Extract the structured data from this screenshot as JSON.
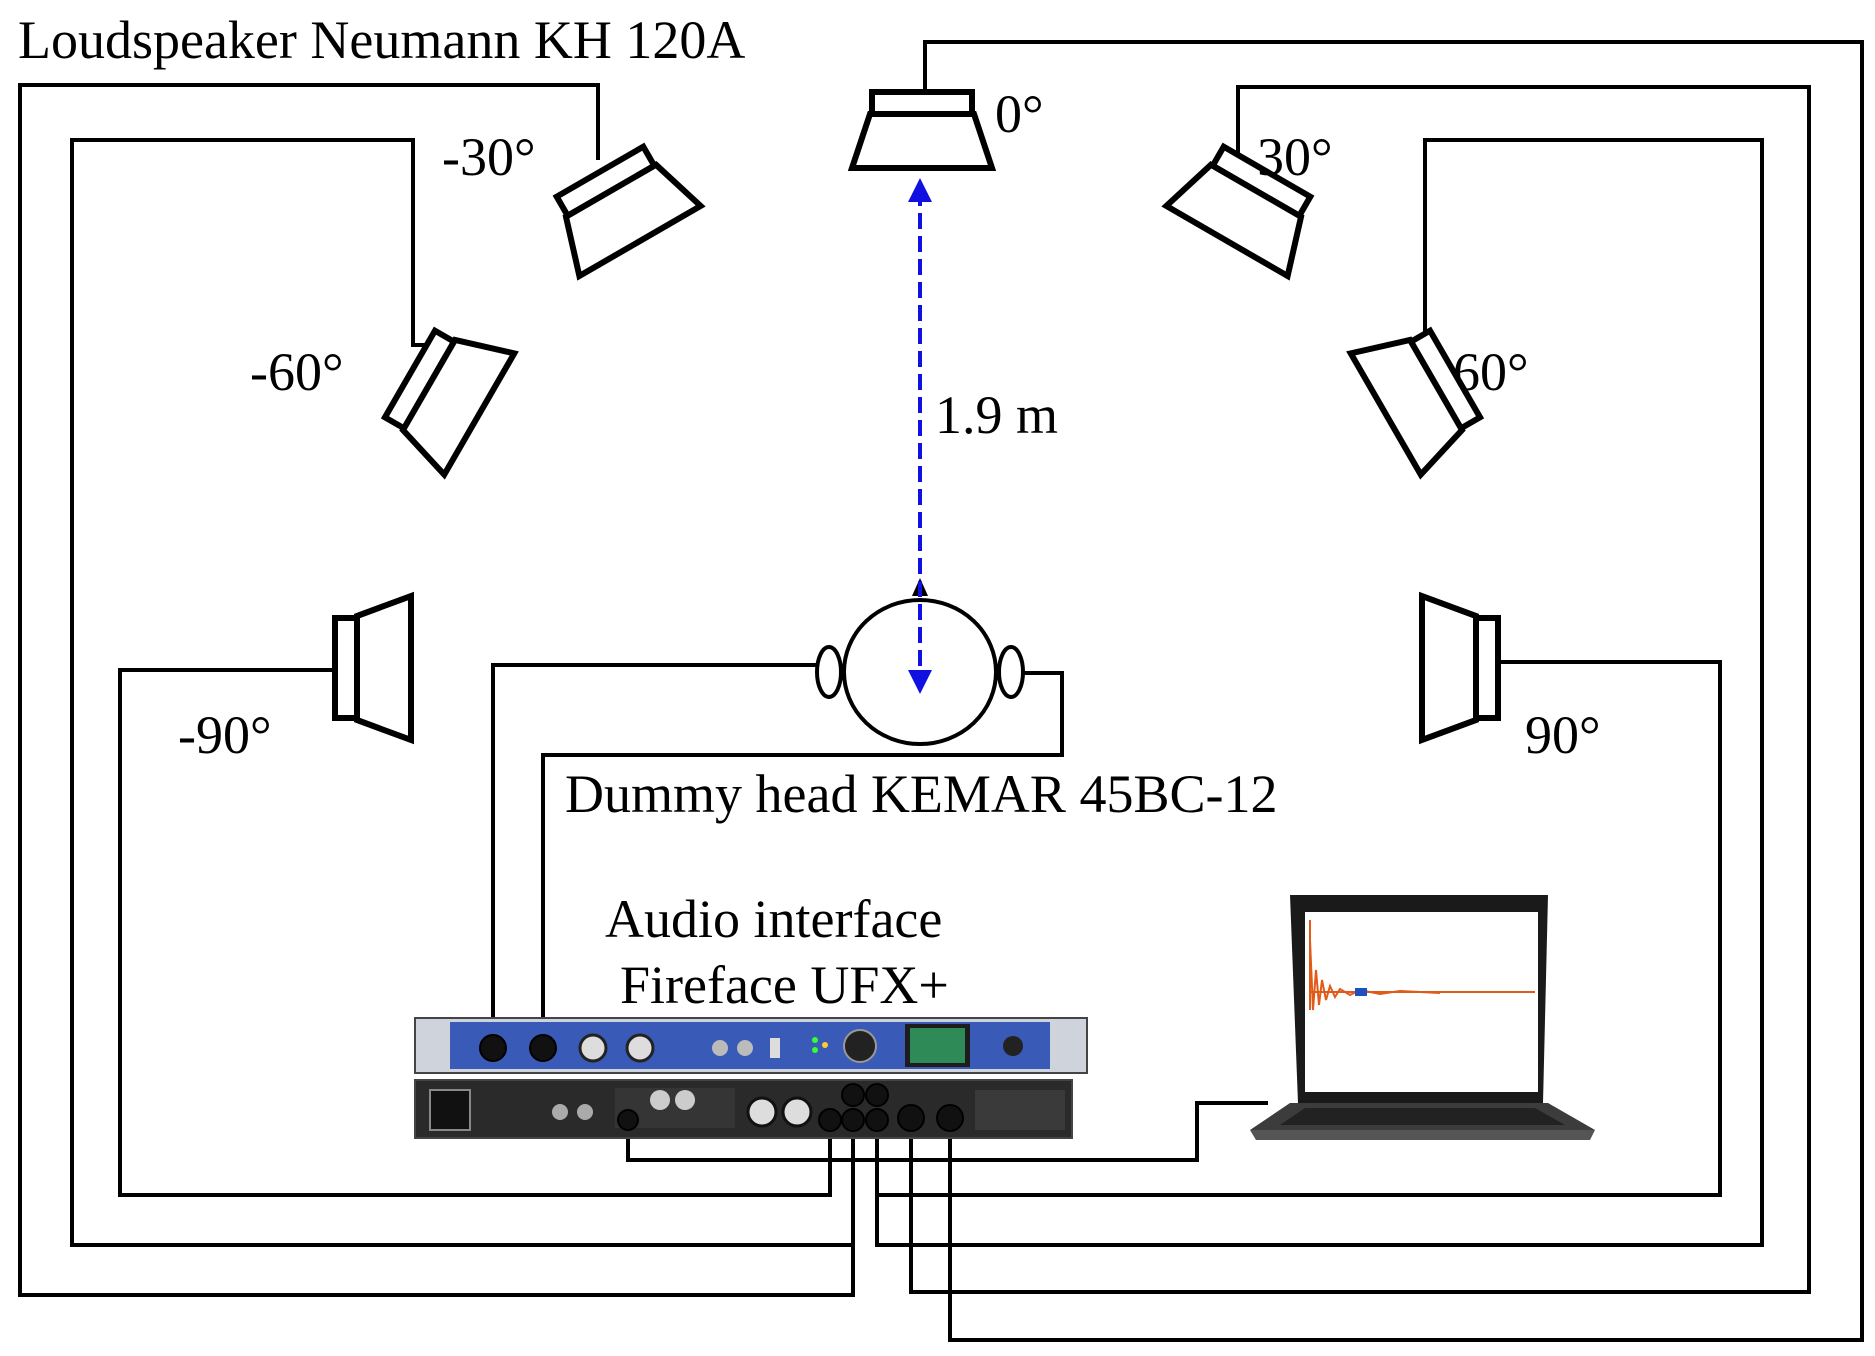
{
  "labels": {
    "loudspeaker": "Loudspeaker Neumann KH 120A",
    "dummy_head": "Dummy head KEMAR 45BC-12",
    "audio_interface_line1": "Audio interface",
    "audio_interface_line2": "Fireface UFX+",
    "distance": "1.9 m"
  },
  "angles": {
    "a_neg90": "-90°",
    "a_neg60": "-60°",
    "a_neg30": "-30°",
    "a_0": "0°",
    "a_30": "30°",
    "a_60": "60°",
    "a_90": "90°"
  },
  "colors": {
    "wire": "#000000",
    "distance_arrow": "#1010e0",
    "interface_panel": "#3a5ab8",
    "interface_rear": "#2a2a2a",
    "waveform": "#e05a1a",
    "waveform_mid": "#2050c0"
  }
}
